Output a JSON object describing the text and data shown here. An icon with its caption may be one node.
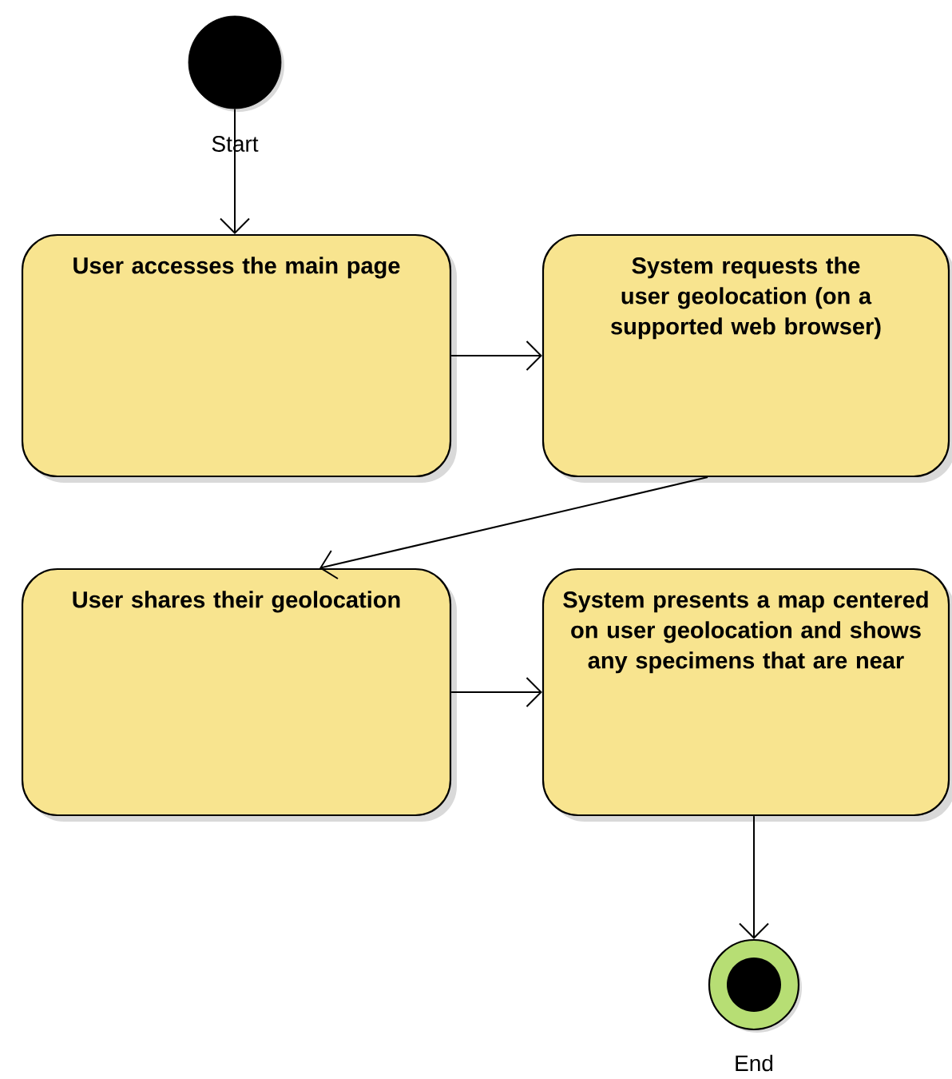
{
  "diagram": {
    "nodes": [
      {
        "text": [],
        "shape": "circle",
        "beside": [
          "Start"
        ]
      },
      {
        "text": [
          "User accesses the main page"
        ]
      },
      {
        "text": [
          "System requests the user geolocation (on a supported web browser)"
        ]
      },
      {
        "text": [
          "User shares their geolocation"
        ]
      },
      {
        "text": [
          "System presents a map centered on user geolocation and shows any specimens that are near"
        ]
      },
      {
        "text": [],
        "shape": "circle",
        "beside": [
          "End"
        ]
      }
    ],
    "edges": [
      {
        "from": 0,
        "to": 1,
        "arrow": "to"
      },
      {
        "from": 1,
        "to": 2,
        "arrow": "to"
      },
      {
        "from": 2,
        "to": 3,
        "arrow": "to"
      },
      {
        "from": 3,
        "to": 4,
        "arrow": "to"
      },
      {
        "from": 4,
        "to": 5,
        "arrow": "to"
      }
    ]
  }
}
